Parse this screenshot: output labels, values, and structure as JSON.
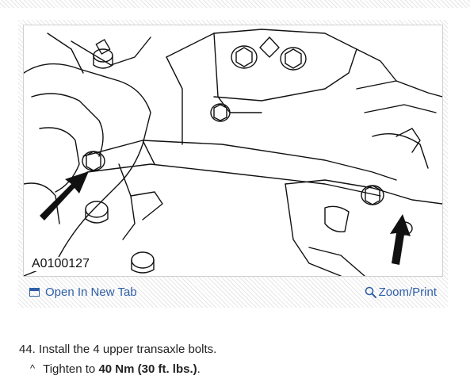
{
  "figure": {
    "label": "A0100127",
    "open_tab_label": "Open In New Tab",
    "zoom_label": "Zoom/Print"
  },
  "instructions": {
    "step": "44. Install the 4 upper transaxle bolts.",
    "substep_marker": "^",
    "substep_prefix": "Tighten to ",
    "substep_value": "40 Nm (30 ft. lbs.)",
    "substep_suffix": "."
  },
  "colors": {
    "link": "#2f5fa7"
  }
}
